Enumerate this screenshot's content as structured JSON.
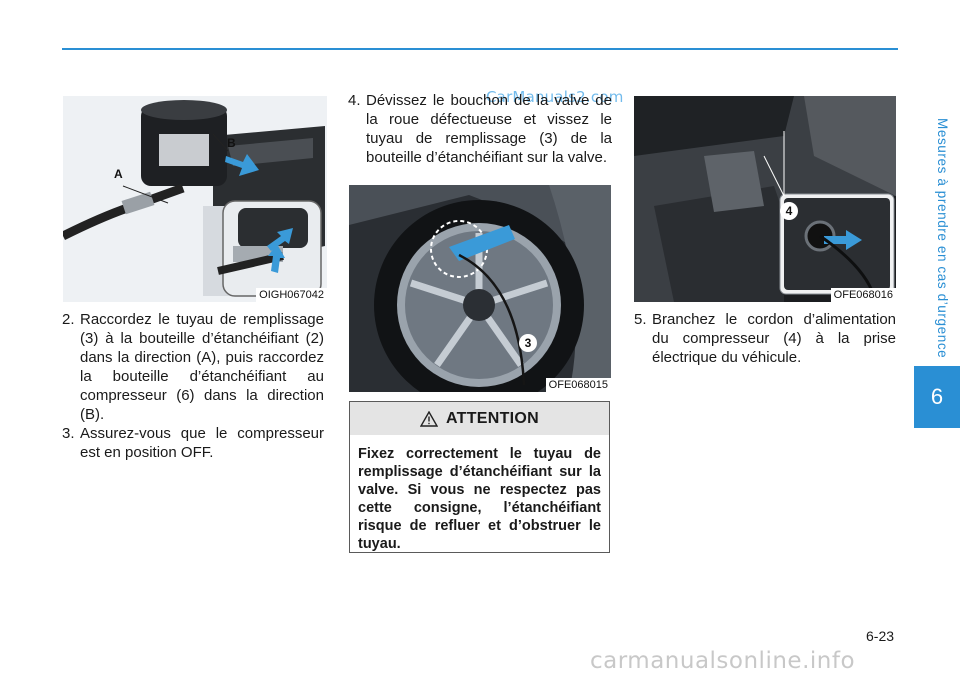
{
  "header": {
    "section_title": "Mesures à prendre en cas d’urgence",
    "chapter": "6"
  },
  "watermark_top": "CarManuals2.com",
  "figures": [
    {
      "code": "OIGH067042",
      "labels": [
        "A",
        "B"
      ]
    },
    {
      "code": "OFE068015",
      "labels": [
        "3"
      ]
    },
    {
      "code": "OFE068016",
      "labels": [
        "4"
      ]
    }
  ],
  "steps_col1": [
    {
      "num": "2.",
      "text": "Raccordez le tuyau de remplissage (3) à la bouteille d’étanchéifiant (2) dans la direction (A), puis raccordez la bouteille d’étanchéifiant au compresseur (6) dans la direction (B)."
    },
    {
      "num": "3.",
      "text": "Assurez-vous que le compresseur est en position OFF."
    }
  ],
  "steps_col2": [
    {
      "num": "4.",
      "text": "Dévissez le bouchon de la valve de la roue défectueuse et vissez le tuyau de remplissage (3) de la bouteille d’étanchéifiant sur la valve."
    }
  ],
  "steps_col3": [
    {
      "num": "5.",
      "text": "Branchez le cordon d’alimentation du compresseur (4) à la prise électrique du véhicule."
    }
  ],
  "caution": {
    "title": "ATTENTION",
    "body": "Fixez correctement le tuyau de remplissage d’étanchéifiant sur la valve. Si vous ne respectez pas cette consigne, l’étanchéifiant risque de refluer et d’obstruer le tuyau."
  },
  "page_number": "6-23",
  "watermark_bottom": "carmanualsonline.info",
  "colors": {
    "accent": "#2a8fd4",
    "caution_header": "#e4e4e4"
  }
}
